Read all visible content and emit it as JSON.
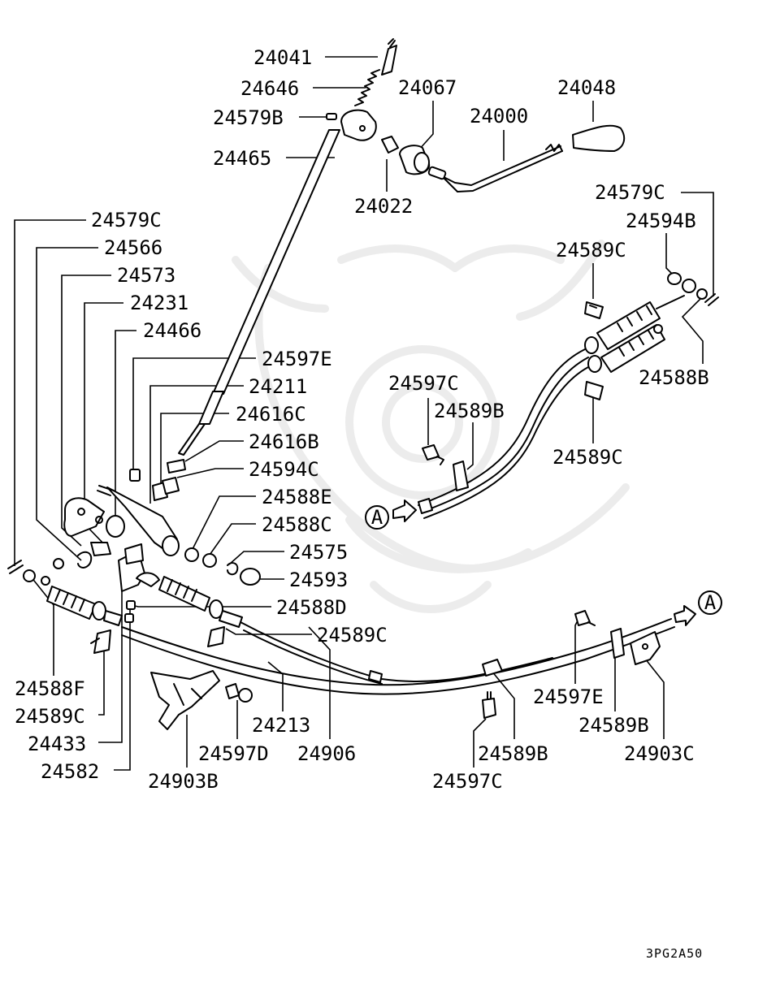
{
  "diagram": {
    "labels": {
      "p24041": "24041",
      "p24646": "24646",
      "p24579B": "24579B",
      "p24465": "24465",
      "p24067": "24067",
      "p24000": "24000",
      "p24048": "24048",
      "p24022": "24022",
      "p24579C_top_right": "24579C",
      "p24594B": "24594B",
      "p24589C_right_top": "24589C",
      "p24588B": "24588B",
      "p24589C_right_bottom": "24589C",
      "p24597C_mid": "24597C",
      "p24589B_mid": "24589B",
      "p24579C_left": "24579C",
      "p24566": "24566",
      "p24573": "24573",
      "p24231": "24231",
      "p24466": "24466",
      "p24597E_mid": "24597E",
      "p24211": "24211",
      "p24616C": "24616C",
      "p24616B": "24616B",
      "p24594C": "24594C",
      "p24588E": "24588E",
      "p24588C": "24588C",
      "p24575": "24575",
      "p24593": "24593",
      "p24588D": "24588D",
      "p24589C_center": "24589C",
      "p24588F": "24588F",
      "p24589C_left_bottom": "24589C",
      "p24433": "24433",
      "p24582": "24582",
      "p24903B": "24903B",
      "p24597D": "24597D",
      "p24213": "24213",
      "p24906": "24906",
      "p24589B_bottom": "24589B",
      "p24597C_bottom": "24597C",
      "p24597E_right": "24597E",
      "p24589B_right": "24589B",
      "p24903C": "24903C"
    },
    "ref_marker_mid": "A",
    "ref_marker_right": "A",
    "diagram_code": "3PG2A50"
  }
}
